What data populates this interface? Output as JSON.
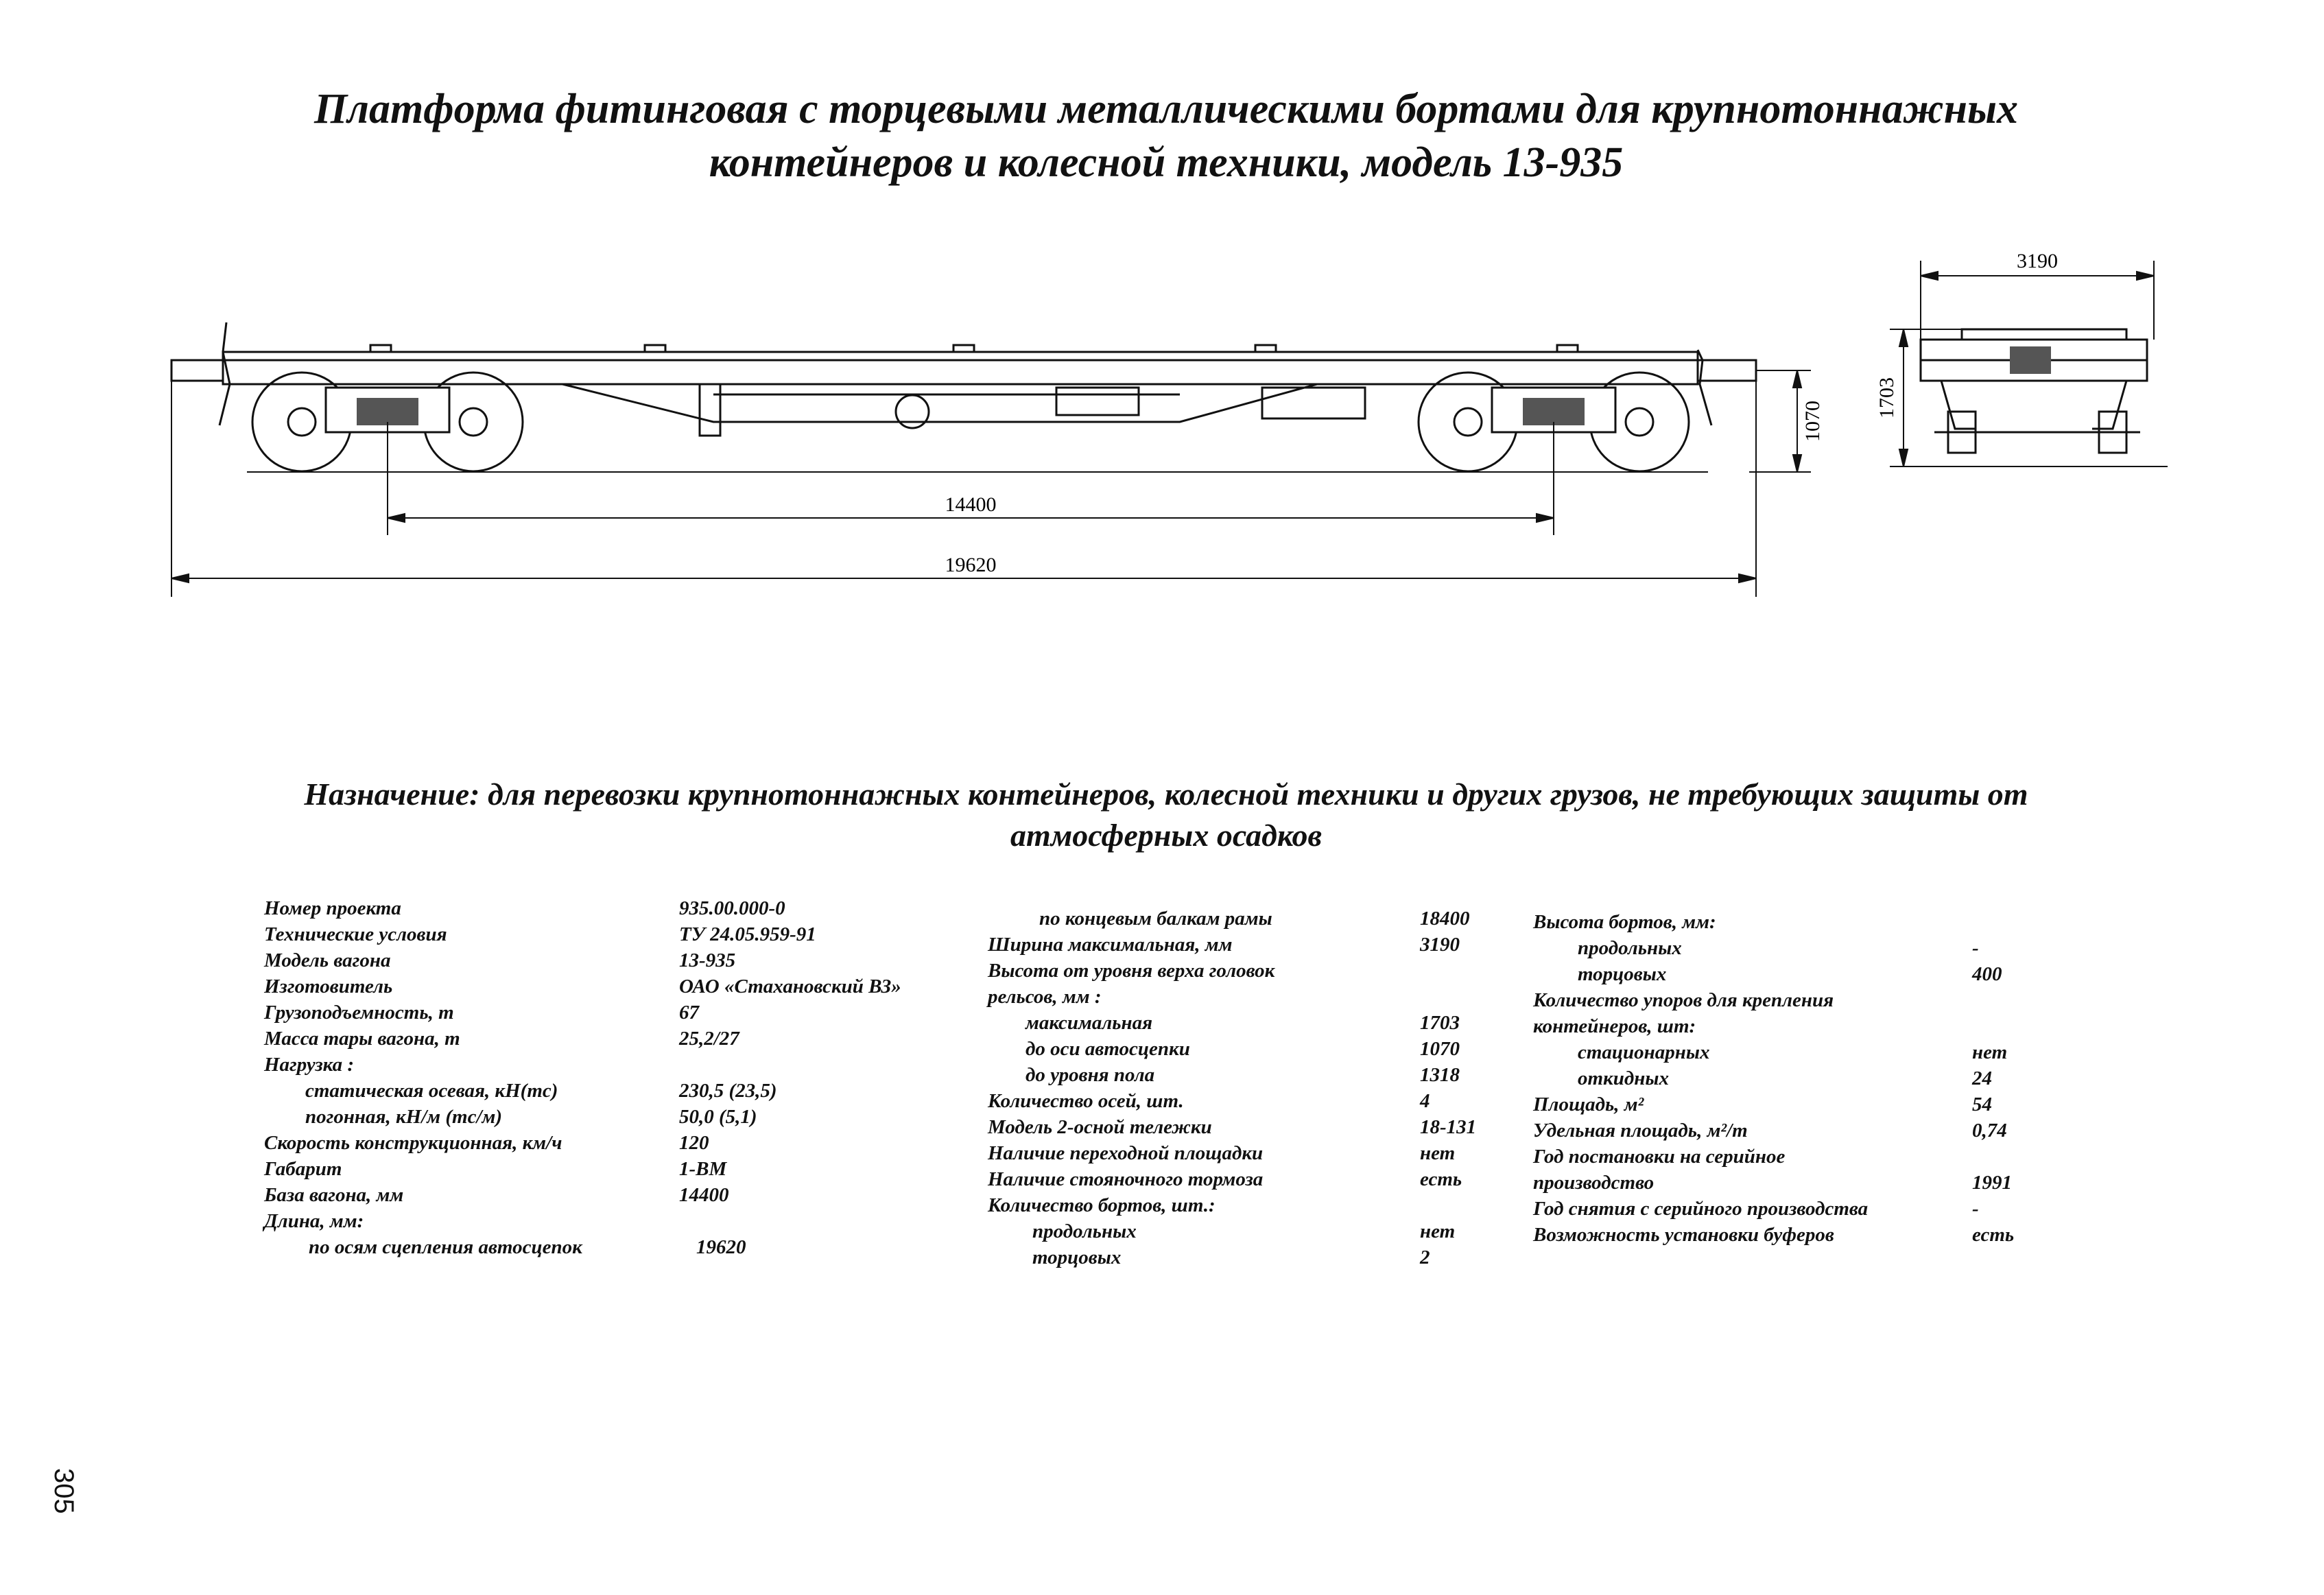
{
  "title": {
    "line1": "Платформа фитинговая с торцевыми металлическими бортами для крупнотоннажных",
    "line2": "контейнеров и колесной техники, модель 13-935"
  },
  "drawing": {
    "dim_base": "14400",
    "dim_length": "19620",
    "dim_coupler_height": "1070",
    "dim_end_width": "3190",
    "dim_end_height": "1703"
  },
  "purpose": {
    "line1": "Назначение: для перевозки крупнотоннажных контейнеров, колесной техники и других грузов, не требующих защиты от",
    "line2": "атмосферных осадков"
  },
  "specs": {
    "col1": [
      {
        "label": "Номер проекта",
        "value": "935.00.000-0"
      },
      {
        "label": "Технические условия",
        "value": "ТУ 24.05.959-91"
      },
      {
        "label": "Модель вагона",
        "value": "13-935"
      },
      {
        "label": "Изготовитель",
        "value": "ОАО «Стахановский ВЗ»"
      },
      {
        "label": "Грузоподъемность, т",
        "value": "67"
      },
      {
        "label": "Масса тары вагона, т",
        "value": "25,2/27"
      },
      {
        "label": "Нагрузка :",
        "value": ""
      },
      {
        "label": "статическая осевая, кН(тс)",
        "value": "230,5 (23,5)"
      },
      {
        "label": "погонная, кН/м (тс/м)",
        "value": "50,0 (5,1)"
      },
      {
        "label": "Скорость конструкционная, км/ч",
        "value": "120"
      },
      {
        "label": "Габарит",
        "value": "1-ВМ"
      },
      {
        "label": "База вагона, мм",
        "value": "14400"
      },
      {
        "label": "Длина, мм:",
        "value": ""
      },
      {
        "label": "по осям сцепления автосцепок",
        "value": "19620"
      }
    ],
    "col2": [
      {
        "label": "по концевым балкам рамы",
        "value": "18400"
      },
      {
        "label": "Ширина максимальная, мм",
        "value": "3190"
      },
      {
        "label": "Высота от уровня верха головок",
        "value": ""
      },
      {
        "label": "рельсов, мм :",
        "value": ""
      },
      {
        "label": "максимальная",
        "value": "1703"
      },
      {
        "label": "до оси автосцепки",
        "value": "1070"
      },
      {
        "label": "до уровня пола",
        "value": "1318"
      },
      {
        "label": "Количество осей, шт.",
        "value": "4"
      },
      {
        "label": "Модель 2-осной тележки",
        "value": "18-131"
      },
      {
        "label": "Наличие переходной площадки",
        "value": "нет"
      },
      {
        "label": "Наличие стояночного тормоза",
        "value": "есть"
      },
      {
        "label": "Количество бортов, шт.:",
        "value": ""
      },
      {
        "label": "продольных",
        "value": "нет"
      },
      {
        "label": "торцовых",
        "value": "2"
      }
    ],
    "col3": [
      {
        "label": "Высота бортов, мм:",
        "value": ""
      },
      {
        "label": "продольных",
        "value": "-"
      },
      {
        "label": "торцовых",
        "value": "400"
      },
      {
        "label": "Количество упоров для крепления",
        "value": ""
      },
      {
        "label": "контейнеров, шт:",
        "value": ""
      },
      {
        "label": "стационарных",
        "value": "нет"
      },
      {
        "label": "откидных",
        "value": "24"
      },
      {
        "label": "Площадь, м²",
        "value": "54"
      },
      {
        "label": "Удельная площадь, м²/т",
        "value": "0,74"
      },
      {
        "label": "Год постановки на серийное",
        "value": ""
      },
      {
        "label": "производство",
        "value": "1991"
      },
      {
        "label": "Год снятия с серийного производства",
        "value": "-"
      },
      {
        "label": "Возможность установки буферов",
        "value": "есть"
      }
    ]
  },
  "page_number": "305"
}
